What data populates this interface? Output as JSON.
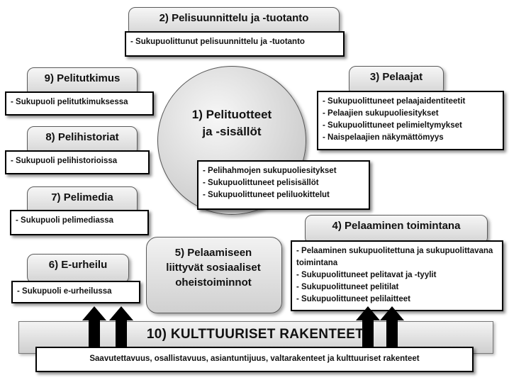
{
  "center": {
    "title_line1": "1) Pelituotteet",
    "title_line2": "ja -sisällöt",
    "items": [
      "Pelihahmojen sukupuoliesitykset",
      "Sukupuolittuneet pelisisällöt",
      "Sukupuolittuneet peliluokittelut"
    ]
  },
  "design": {
    "title": "2) Pelisuunnittelu ja -tuotanto",
    "items": [
      "Sukupuolittunut pelisuunnittelu ja -tuotanto"
    ]
  },
  "players": {
    "title": "3) Pelaajat",
    "items": [
      "Sukupuolittuneet pelaajaidentiteetit",
      "Pelaajien sukupuoliesitykset",
      "Sukupuolittuneet pelimieltymykset",
      "Naispelaajien näkymättömyys"
    ]
  },
  "playing": {
    "title": "4) Pelaaminen toimintana",
    "items": [
      "Pelaaminen sukupuolitettuna ja sukupuolittavana toimintana",
      "Sukupuolittuneet pelitavat ja -tyylit",
      "Sukupuolittuneet pelitilat",
      "Sukupuolittuneet pelilaitteet"
    ]
  },
  "social": {
    "line1": "5) Pelaamiseen",
    "line2": "liittyvät sosiaaliset",
    "line3": "oheistoiminnot"
  },
  "esports": {
    "title": "6) E-urheilu",
    "items": [
      "Sukupuoli e-urheilussa"
    ]
  },
  "media": {
    "title": "7) Pelimedia",
    "items": [
      "Sukupuoli pelimediassa"
    ]
  },
  "history": {
    "title": "8) Pelihistoriat",
    "items": [
      "Sukupuoli pelihistorioissa"
    ]
  },
  "research": {
    "title": "9) Pelitutkimus",
    "items": [
      "Sukupuoli pelitutkimuksessa"
    ]
  },
  "culture": {
    "title": "10) KULTTUURISET RAKENTEET",
    "subtitle": "Saavutettavuus, osallistavuus, asiantuntijuus, valtarakenteet ja kulttuuriset rakenteet"
  }
}
